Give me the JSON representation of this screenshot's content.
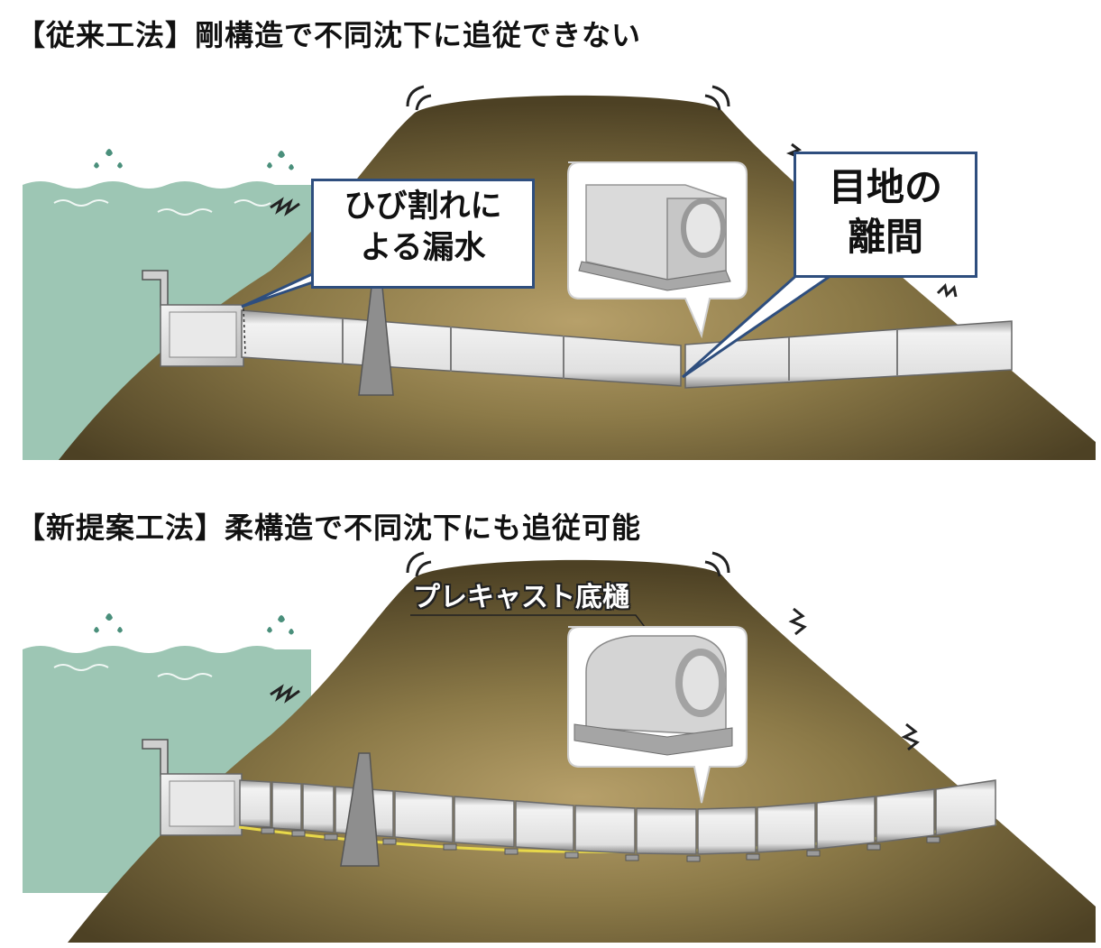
{
  "top_panel": {
    "heading": "【従来工法】剛構造で不同沈下に追従できない",
    "callout_crack": [
      "ひび割れに",
      "よる漏水"
    ],
    "callout_joint": [
      "目地の",
      "離間"
    ]
  },
  "bottom_panel": {
    "heading": "【新提案工法】柔構造で不同沈下にも追従可能",
    "precast_label": "プレキャスト底樋"
  },
  "colors": {
    "water": "#9dc6b4",
    "soil": "#8a7a4e",
    "soil_dark": "#4f4326",
    "callout_border": "#2e4e7e",
    "pipe": "#e4e4e4",
    "rubber_seal": "#e8d84a"
  },
  "icons": [
    "vibration-arc-icon",
    "zigzag-shake-icon",
    "water-splash-icon",
    "wave-icon"
  ]
}
